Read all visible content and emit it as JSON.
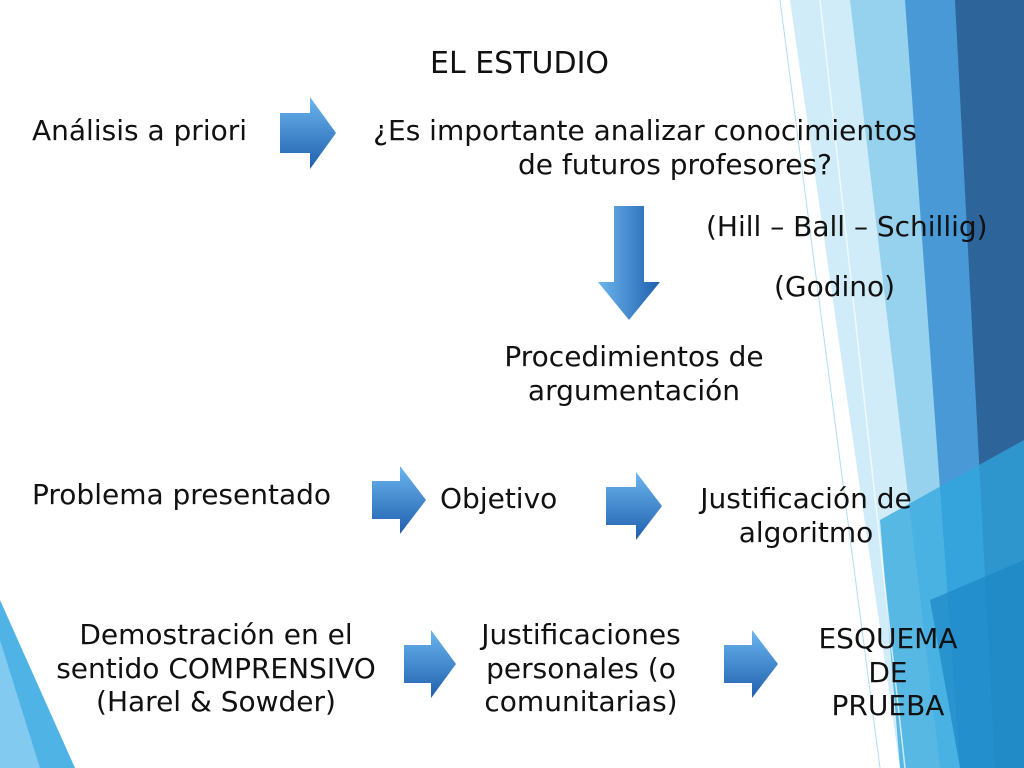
{
  "slide": {
    "title": "EL ESTUDIO",
    "nodes": {
      "analisis": "Análisis a priori",
      "pregunta_line1": "¿Es importante analizar conocimientos",
      "pregunta_line2": "de futuros profesores?",
      "ref_hill": "(Hill – Ball – Schillig)",
      "ref_godino": "(Godino)",
      "procedimientos_line1": "Procedimientos de",
      "procedimientos_line2": "argumentación",
      "problema": "Problema presentado",
      "objetivo": "Objetivo",
      "justificacion_line1": "Justificación de",
      "justificacion_line2": "algoritmo",
      "demostracion_line1": "Demostración en el",
      "demostracion_line2": "sentido COMPRENSIVO",
      "demostracion_line3": "(Harel & Sowder)",
      "personales_line1": "Justificaciones",
      "personales_line2": "personales (o",
      "personales_line3": "comunitarias)",
      "esquema_line1": "ESQUEMA",
      "esquema_line2": "DE",
      "esquema_line3": "PRUEBA"
    }
  },
  "colors": {
    "arrow_light": "#5aa8e6",
    "arrow_dark": "#1f5fae",
    "accent_light": "#9fd3f0",
    "accent_mid": "#4aa8dc",
    "accent_dark": "#2d6ea8"
  }
}
